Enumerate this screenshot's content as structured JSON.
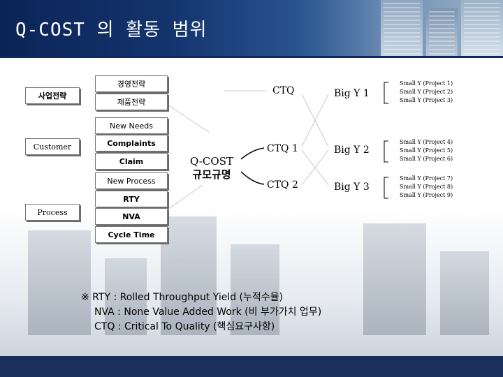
{
  "header": {
    "title": "Q-COST 의 활동 범위"
  },
  "left": {
    "business_strategy": "사업전략",
    "customer": "Customer",
    "process": "Process"
  },
  "strategy_boxes": {
    "management": "경영전략",
    "product": "제품전략"
  },
  "customer_items": {
    "new_needs": "New Needs",
    "complaints": "Complaints",
    "claim": "Claim",
    "new_process": "New Process"
  },
  "process_items": {
    "rty": "RTY",
    "nva": "NVA",
    "cycle_time": "Cycle Time"
  },
  "center": {
    "line1": "Q-COST",
    "line2": "규모규명"
  },
  "ctq": {
    "top": "CTQ",
    "c1": "CTQ 1",
    "c2": "CTQ 2"
  },
  "bigy": {
    "y1": "Big  Y  1",
    "y2": "Big Y 2",
    "y3": "Big Y 3"
  },
  "small_y": {
    "g1": [
      "Small Y (Project 1)",
      "Small Y (Project 2)",
      "Small Y (Project 3)"
    ],
    "g2": [
      "Small Y (Project 4)",
      "Small Y (Project 5)",
      "Small Y (Project 6)"
    ],
    "g3": [
      "Small Y (Project 7)",
      "Small Y (Project 8)",
      "Small Y (Project 9)"
    ]
  },
  "footnote": {
    "line1": "※ RTY : Rolled Throughput Yield (누적수율)",
    "line2": "NVA : None Value Added Work (비 부가가치 업무)",
    "line3": "CTQ : Critical To Quality  (핵심요구사항)"
  }
}
